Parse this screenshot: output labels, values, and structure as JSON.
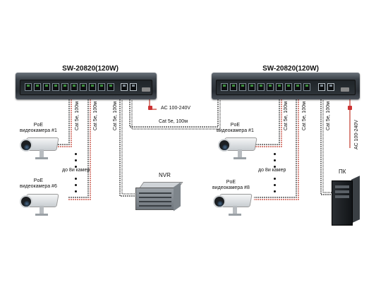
{
  "left_system": {
    "switch_title": "SW-20820(120W)",
    "camera1_label_line1": "PoE",
    "camera1_label_line2": "видеокамера #1",
    "camera2_label_line1": "PoE",
    "camera2_label_line2": "видеокамера #6",
    "cameras_note": "до 8и камер",
    "cable_a": "Cat 5e, 100м",
    "cable_b": "Cat 5e, 100м",
    "cable_c": "Cat 5e, 100м",
    "nvr_label": "NVR",
    "power_label": "AC 100-240V"
  },
  "link": {
    "cable_label": "Cat 5e, 100м"
  },
  "right_system": {
    "switch_title": "SW-20820(120W)",
    "camera1_label_line1": "PoE",
    "camera1_label_line2": "видеокамера #1",
    "camera2_label_line1": "PoE",
    "camera2_label_line2": "видеокамера #8",
    "cameras_note": "до 8и камер",
    "cable_a": "Cat 5e, 100м",
    "cable_b": "Cat 5e, 100м",
    "cable_c": "Cat 5e, 100м",
    "pc_label": "ПК",
    "power_label": "AC 100-240V"
  },
  "colors": {
    "cable_main": "#333333",
    "cable_accent": "#c0392b"
  }
}
